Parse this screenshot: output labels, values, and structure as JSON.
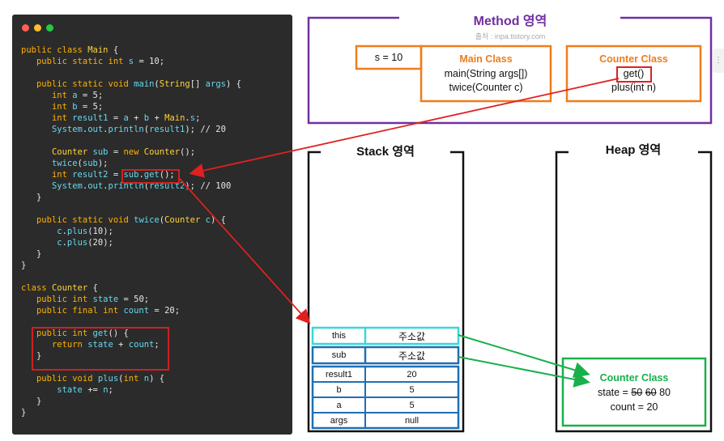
{
  "code": {
    "lines": [
      "public class Main {",
      "   public static int s = 10;",
      "",
      "   public static void main(String[] args) {",
      "      int a = 5;",
      "      int b = 5;",
      "      int result1 = a + b + Main.s;",
      "      System.out.println(result1); // 20",
      "",
      "      Counter sub = new Counter();",
      "      twice(sub);",
      "      int result2 = sub.get();",
      "      System.out.println(result2); // 100",
      "   }",
      "",
      "   public static void twice(Counter c) {",
      "       c.plus(10);",
      "       c.plus(20);",
      "   }",
      "}",
      "",
      "class Counter {",
      "   public int state = 50;",
      "   public final int count = 20;",
      "",
      "   public int get() {",
      "      return state + count;",
      "   }",
      "",
      "   public void plus(int n) {",
      "       state += n;",
      "   }",
      "}"
    ],
    "window_dots": [
      "#ff5f56",
      "#ffbd2e",
      "#27c93f"
    ]
  },
  "method_area": {
    "title": "Method 영역",
    "source": "출처 : inpa.tistory.com",
    "static_field": "s = 10",
    "main_class": {
      "title": "Main Class",
      "methods": [
        "main(String args[])",
        "twice(Counter c)"
      ]
    },
    "counter_class": {
      "title": "Counter Class",
      "methods": [
        "get()",
        "plus(int n)"
      ]
    }
  },
  "stack": {
    "title": "Stack 영역",
    "frames": [
      {
        "rows": [
          {
            "name": "this",
            "value": "주소값"
          }
        ],
        "color": "#3ad6d6"
      },
      {
        "rows": [
          {
            "name": "sub",
            "value": "주소값"
          }
        ],
        "color": "#1f6fb5"
      },
      {
        "rows": [
          {
            "name": "result1",
            "value": "20"
          },
          {
            "name": "b",
            "value": "5"
          },
          {
            "name": "a",
            "value": "5"
          },
          {
            "name": "args",
            "value": "null"
          }
        ],
        "color": "#1f6fb5"
      }
    ]
  },
  "heap": {
    "title": "Heap 영역",
    "object": {
      "title": "Counter Class",
      "state_label": "state =",
      "state_old": [
        "50",
        "60"
      ],
      "state_current": "80",
      "count_line": "count = 20"
    }
  },
  "colors": {
    "purple": "#7030a0",
    "orange": "#ef7d1a",
    "red": "#e02020",
    "green": "#19b04b",
    "cyan": "#3ad6d6",
    "blue": "#1f6fb5",
    "heap_title": "#19b04b"
  }
}
